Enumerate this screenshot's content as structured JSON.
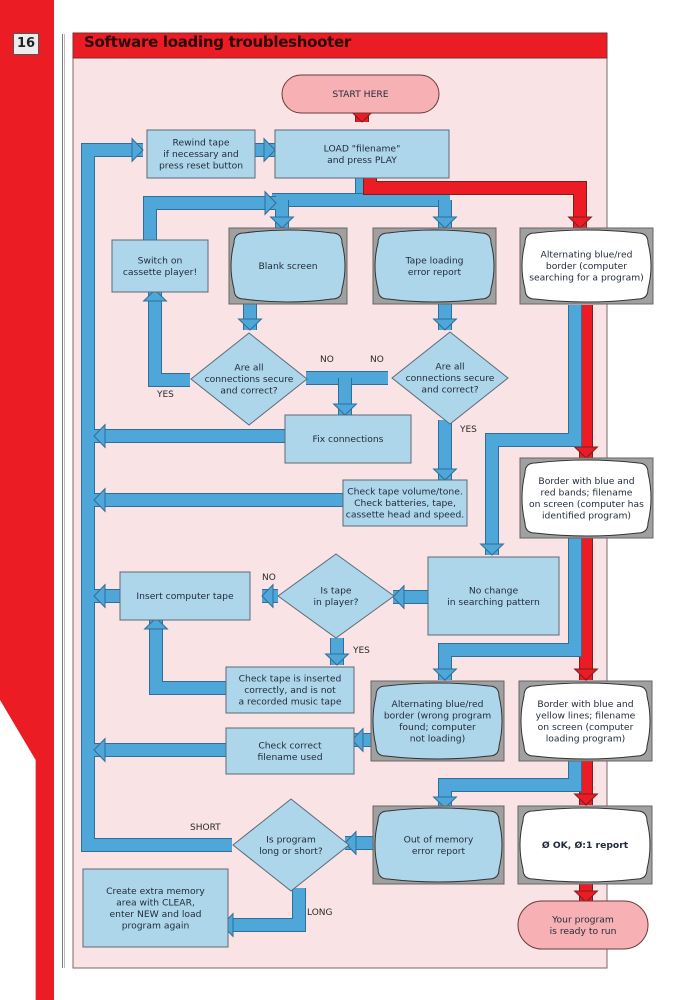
{
  "page": {
    "number": "16",
    "title": "Software loading troubleshooter"
  },
  "colors": {
    "red": "#ec1c24",
    "panel_bg": "#f9e3e5",
    "box_blue": "#aed6ea",
    "arrow_blue": "#4fa6d8",
    "terminal_pink": "#f7b1b5",
    "tv_frame": "#a0a0a0",
    "white_screen": "#ffffff"
  },
  "nodes": {
    "start": {
      "lines": [
        "START HERE"
      ]
    },
    "rewind": {
      "lines": [
        "Rewind tape",
        "if necessary and",
        "press reset button"
      ]
    },
    "load": {
      "lines": [
        "LOAD \"filename\"",
        "and press PLAY"
      ]
    },
    "switch_on": {
      "lines": [
        "Switch on",
        "cassette player!"
      ]
    },
    "blank_screen": {
      "lines": [
        "Blank screen"
      ]
    },
    "tape_error": {
      "lines": [
        "Tape loading",
        "error report"
      ]
    },
    "searching": {
      "lines": [
        "Alternating blue/red",
        "border (computer",
        "searching for a program)"
      ]
    },
    "q_conn_left": {
      "lines": [
        "Are all",
        "connections secure",
        "and correct?"
      ]
    },
    "q_conn_right": {
      "lines": [
        "Are all",
        "connections secure",
        "and correct?"
      ]
    },
    "fix_connections": {
      "lines": [
        "Fix connections"
      ]
    },
    "check_volume": {
      "lines": [
        "Check tape volume/tone.",
        "Check batteries, tape,",
        "cassette head and speed."
      ]
    },
    "identified": {
      "lines": [
        "Border with blue and",
        "red bands; filename",
        "on screen (computer has",
        "identified program)"
      ]
    },
    "insert_tape": {
      "lines": [
        "Insert computer tape"
      ]
    },
    "q_tape": {
      "lines": [
        "Is tape",
        "in player?"
      ]
    },
    "no_change": {
      "lines": [
        "No change",
        "in searching pattern"
      ]
    },
    "check_inserted": {
      "lines": [
        "Check tape is inserted",
        "correctly, and is not",
        "a recorded music tape"
      ]
    },
    "wrong_program": {
      "lines": [
        "Alternating blue/red",
        "border (wrong program",
        "found; computer",
        "not loading)"
      ]
    },
    "loading": {
      "lines": [
        "Border with blue and",
        "yellow lines; filename",
        "on screen (computer",
        "loading program)"
      ]
    },
    "check_filename": {
      "lines": [
        "Check correct",
        "filename used"
      ]
    },
    "q_length": {
      "lines": [
        "Is program",
        "long or short?"
      ]
    },
    "out_of_memory": {
      "lines": [
        "Out of memory",
        "error report"
      ]
    },
    "ok_report": {
      "lines": [
        "Ø OK, Ø:1 report"
      ]
    },
    "create_memory": {
      "lines": [
        "Create extra memory",
        "area with CLEAR,",
        "enter NEW and load",
        "program again"
      ]
    },
    "ready": {
      "lines": [
        "Your program",
        "is ready to run"
      ]
    }
  },
  "labels": {
    "yes_left": "YES",
    "no_left": "NO",
    "no_right": "NO",
    "yes_right": "YES",
    "no_tape": "NO",
    "yes_tape": "YES",
    "short": "SHORT",
    "long": "LONG"
  }
}
